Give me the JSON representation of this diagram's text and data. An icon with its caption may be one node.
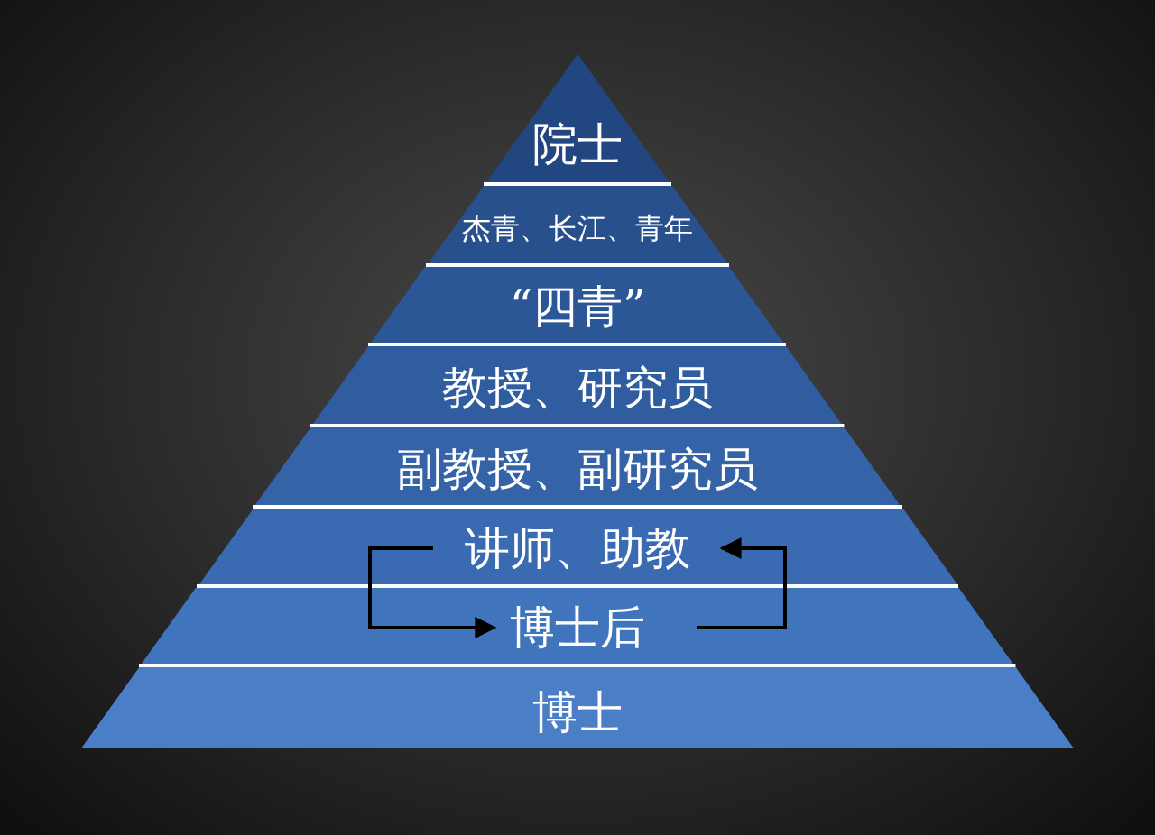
{
  "diagram": {
    "nodes": [
      {
        "text": [
          "院士"
        ]
      },
      {
        "text": [
          "杰青、长江、青年"
        ]
      },
      {
        "text": [
          "“四青”"
        ]
      },
      {
        "text": [
          "教授、研究员"
        ]
      },
      {
        "text": [
          "副教授、副研究员"
        ]
      },
      {
        "text": [
          "讲师、助教"
        ]
      },
      {
        "text": [
          "博士后"
        ]
      },
      {
        "text": [
          "博士"
        ]
      }
    ],
    "edges": [
      {
        "from": 5,
        "to": 6,
        "arrow": "to"
      },
      {
        "from": 6,
        "to": 5,
        "arrow": "to"
      }
    ]
  }
}
